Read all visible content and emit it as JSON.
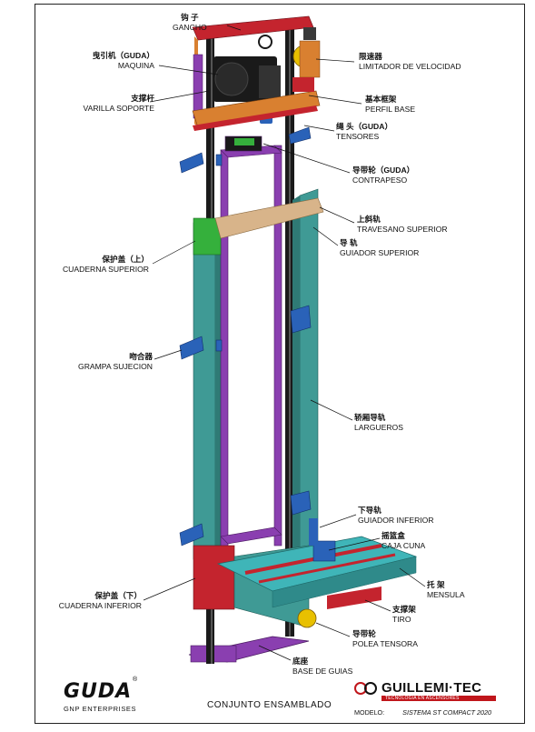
{
  "labels": {
    "gancho": {
      "zh": "钩 子",
      "es": "GANCHO"
    },
    "maquina": {
      "zh": "曳引机（GUDA）",
      "es": "MAQUINA"
    },
    "limitador": {
      "zh": "限速器",
      "es": "LIMITADOR DE VELOCIDAD"
    },
    "varilla": {
      "zh": "支撑杆",
      "es": "VARILLA SOPORTE"
    },
    "perfil": {
      "zh": "基本框架",
      "es": "PERFIL BASE"
    },
    "tensores": {
      "zh": "绳 头（GUDA）",
      "es": "TENSORES"
    },
    "contrapeso": {
      "zh": "导带轮（GUDA）",
      "es": "CONTRAPESO"
    },
    "travesano": {
      "zh": "上斜轨",
      "es": "TRAVESANO SUPERIOR"
    },
    "guiador_sup": {
      "zh": "导 轨",
      "es": "GUIADOR SUPERIOR"
    },
    "cuaderna_sup": {
      "zh": "保护盖（上）",
      "es": "CUADERNA SUPERIOR"
    },
    "grampa": {
      "zh": "吻合器",
      "es": "GRAMPA SUJECION"
    },
    "largueros": {
      "zh": "轿厢导轨",
      "es": "LARGUEROS"
    },
    "guiador_inf": {
      "zh": "下导轨",
      "es": "GUIADOR INFERIOR"
    },
    "caja": {
      "zh": "摇篮盒",
      "es": "CAJA CUNA"
    },
    "mensula": {
      "zh": "托 架",
      "es": "MENSULA"
    },
    "cuaderna_inf": {
      "zh": "保护盖（下）",
      "es": "CUADERNA INFERIOR"
    },
    "tiro": {
      "zh": "支撑架",
      "es": "TIRO"
    },
    "polea": {
      "zh": "导带轮",
      "es": "POLEA TENSORA"
    },
    "base": {
      "zh": "底座",
      "es": "BASE DE GUIAS"
    }
  },
  "footer": {
    "title": "CONJUNTO  ENSAMBLADO",
    "guda_logo": "GUDA",
    "guda_mark": "®",
    "guda_sub": "GNP ENTERPRISES",
    "gt_logo": "GUILLEMI·TEC",
    "gt_sub": "TECNOLOGIA EN ASCENSORES",
    "model_label": "MODELO:",
    "model_value": "SISTEMA ST COMPACT 2020"
  },
  "colors": {
    "teal": "#3f9a95",
    "purple": "#8a3fb0",
    "red": "#c4242e",
    "orange": "#d98030",
    "tan": "#d8b48a",
    "blue": "#2a62b8",
    "green": "#35b03c",
    "black": "#1a1a1a",
    "cyan": "#3fb5b8",
    "yellow": "#e8c000"
  }
}
